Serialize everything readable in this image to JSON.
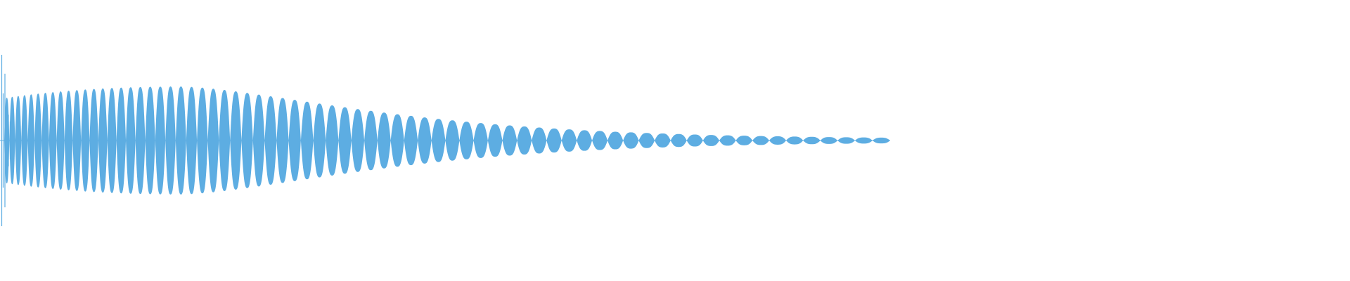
{
  "waveform": {
    "color": "#5dade2",
    "background": "#ffffff",
    "amplitude_range": [
      -1,
      1
    ],
    "lobe_count": 71,
    "transient_peak": 1.0,
    "envelope": {
      "attack_level": 0.5,
      "body_level": 0.63,
      "body_peak_position": 0.3,
      "tail_end_level": 0.02
    }
  }
}
